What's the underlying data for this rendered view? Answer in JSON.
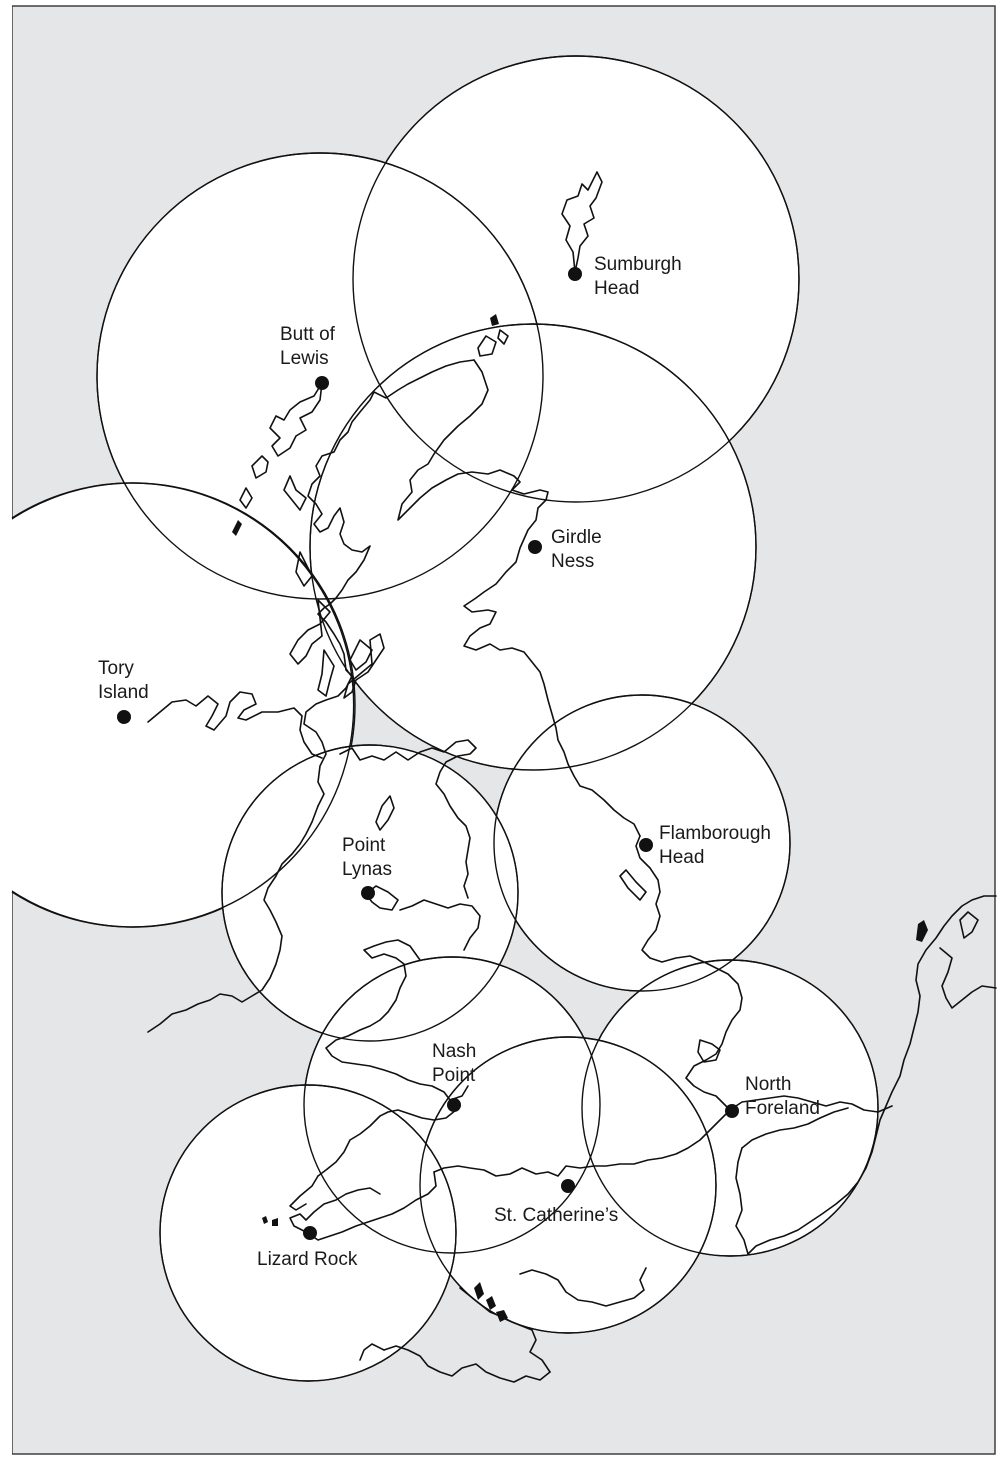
{
  "map": {
    "colors": {
      "sea_background": "#e5e6e8",
      "coverage_fill": "#ffffff",
      "linework": "#111111"
    },
    "stations": [
      {
        "id": "sumburgh-head",
        "label_lines": [
          "Sumburgh",
          "Head"
        ]
      },
      {
        "id": "butt-of-lewis",
        "label_lines": [
          "Butt of",
          "Lewis"
        ]
      },
      {
        "id": "girdle-ness",
        "label_lines": [
          "Girdle",
          "Ness"
        ]
      },
      {
        "id": "tory-island",
        "label_lines": [
          "Tory",
          "Island"
        ]
      },
      {
        "id": "flamborough-head",
        "label_lines": [
          "Flamborough",
          "Head"
        ]
      },
      {
        "id": "point-lynas",
        "label_lines": [
          "Point",
          "Lynas"
        ]
      },
      {
        "id": "nash-point",
        "label_lines": [
          "Nash",
          "Point"
        ]
      },
      {
        "id": "north-foreland",
        "label_lines": [
          "North",
          "Foreland"
        ]
      },
      {
        "id": "st-catherines",
        "label_lines": [
          "St. Catherine’s"
        ]
      },
      {
        "id": "lizard-rock",
        "label_lines": [
          "Lizard Rock"
        ]
      }
    ]
  }
}
